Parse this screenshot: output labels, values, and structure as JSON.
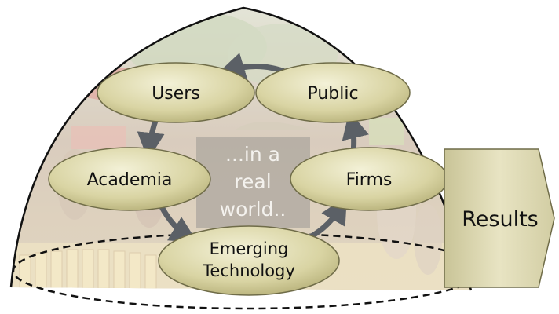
{
  "diagram": {
    "nodes": [
      {
        "id": "users",
        "label": "Users"
      },
      {
        "id": "public",
        "label": "Public"
      },
      {
        "id": "academia",
        "label": "Academia"
      },
      {
        "id": "firms",
        "label": "Firms"
      },
      {
        "id": "emerging",
        "line1": "Emerging",
        "line2": "Technology"
      }
    ],
    "center_text": {
      "line1": "...in a",
      "line2": "real",
      "line3": "world.."
    },
    "results": {
      "label": "Results"
    },
    "colors": {
      "node_fill_light": "#f1efd2",
      "node_fill_dark": "#b9b47c",
      "node_stroke": "#6f6c48",
      "arrow": "#5b6066",
      "dome_outline": "#111111",
      "results_fill": "#ddd8b0"
    }
  }
}
